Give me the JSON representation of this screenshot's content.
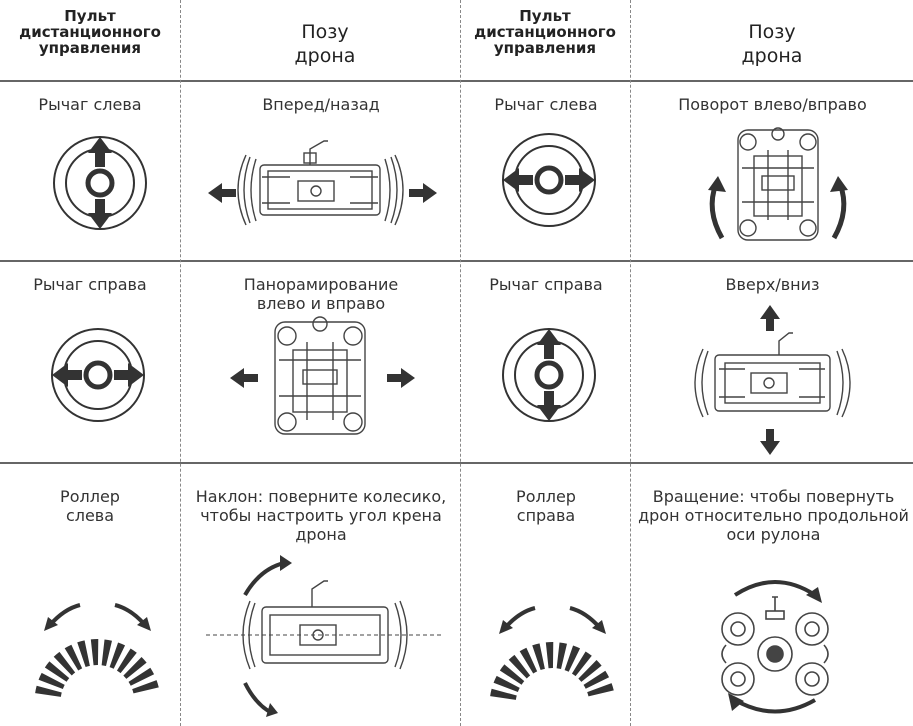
{
  "headers": {
    "remote_1": "Пульт дистанционного управления",
    "pose_1": "Позу дрона",
    "remote_2": "Пульт дистанционного управления",
    "pose_2": "Позу дрона"
  },
  "rows": [
    {
      "left_control": "Рычаг слева",
      "left_pose": "Вперед/назад",
      "right_control": "Рычаг слева",
      "right_pose": "Поворот влево/вправо"
    },
    {
      "left_control": "Рычаг справа",
      "left_pose": "Панорамирование влево и вправо",
      "right_control": "Рычаг справа",
      "right_pose": "Вверх/вниз"
    },
    {
      "left_control": "Роллер слева",
      "left_pose": "Наклон: поверните колесико, чтобы настроить угол крена дрона",
      "right_control": "Роллер справа",
      "right_pose": "Вращение: чтобы повернуть дрон относительно продольной оси рулона"
    }
  ],
  "icons": {
    "stick_vertical": "joystick-up-down-icon",
    "stick_horizontal": "joystick-left-right-icon",
    "roller": "roller-wheel-icon",
    "drone_side": "drone-side-view",
    "drone_top": "drone-top-view",
    "drone_front": "drone-front-view"
  }
}
